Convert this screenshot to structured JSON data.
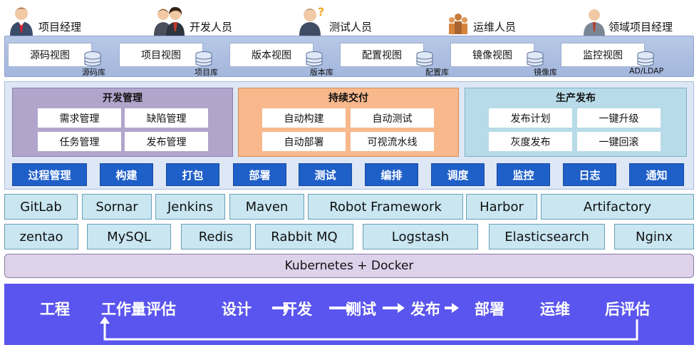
{
  "roles": [
    {
      "label": "项目经理",
      "icon": "manager-avatar-icon"
    },
    {
      "label": "开发人员",
      "icon": "developers-avatar-icon"
    },
    {
      "label": "测试人员",
      "icon": "tester-avatar-icon"
    },
    {
      "label": "运维人员",
      "icon": "ops-team-avatar-icon"
    },
    {
      "label": "领域项目经理",
      "icon": "domain-manager-avatar-icon"
    }
  ],
  "views": [
    {
      "label": "源码视图",
      "repo": "源码库"
    },
    {
      "label": "项目视图",
      "repo": "项目库"
    },
    {
      "label": "版本视图",
      "repo": "版本库"
    },
    {
      "label": "配置视图",
      "repo": "配置库"
    },
    {
      "label": "镜像视图",
      "repo": "镜像库"
    },
    {
      "label": "监控视图",
      "repo": "AD/LDAP"
    }
  ],
  "groups": [
    {
      "title": "开发管理",
      "items": [
        "需求管理",
        "缺陷管理",
        "任务管理",
        "发布管理"
      ]
    },
    {
      "title": "持续交付",
      "items": [
        "自动构建",
        "自动测试",
        "自动部署",
        "可视流水线"
      ]
    },
    {
      "title": "生产发布",
      "items": [
        "发布计划",
        "一键升级",
        "灰度发布",
        "一键回滚"
      ]
    }
  ],
  "capabilities": [
    "过程管理",
    "构建",
    "打包",
    "部署",
    "测试",
    "编排",
    "调度",
    "监控",
    "日志",
    "通知"
  ],
  "tools_row1": [
    "GitLab",
    "Sornar",
    "Jenkins",
    "Maven",
    "Robot Framework",
    "Harbor",
    "Artifactory"
  ],
  "tools_row2": [
    "zentao",
    "MySQL",
    "Redis",
    "Rabbit MQ",
    "Logstash",
    "Elasticsearch",
    "Nginx"
  ],
  "platform": "Kubernetes + Docker",
  "lifecycle": [
    "工程",
    "工作量评估",
    "设计",
    "开发",
    "测试",
    "发布",
    "部署",
    "运维",
    "后评估"
  ],
  "colors": {
    "dev_group_bg": "#b1a5cc",
    "cd_group_bg": "#f8b88c",
    "prod_group_bg": "#b7dbe8",
    "capability_bar": "#1f5fc8",
    "tool_bg": "#c9e6f1",
    "platform_bg": "#ded2ea",
    "lifecycle_bg": "#5a55ee"
  }
}
